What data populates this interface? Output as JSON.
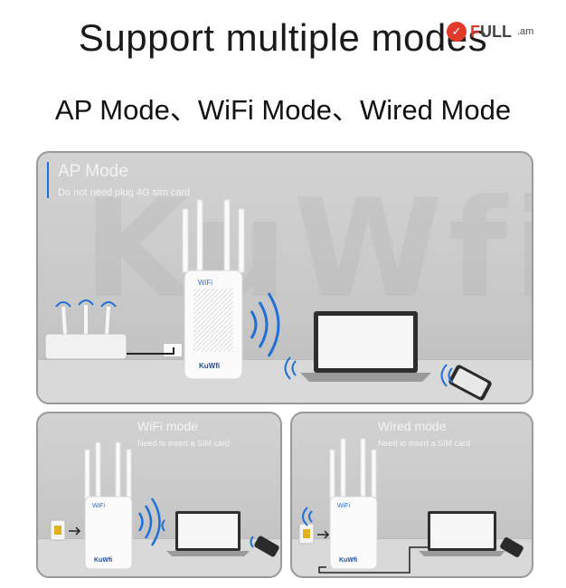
{
  "header": {
    "title": "Support multiple modes",
    "subtitle": "AP Mode、WiFi Mode、Wired Mode"
  },
  "site_logo": {
    "word_prefix": "F",
    "word_suffix": "ULL",
    "tld": ".am"
  },
  "panels": {
    "ap": {
      "title": "AP Mode",
      "description": "Do not need plug 4G sim card",
      "watermark": "KuWfi"
    },
    "wifi": {
      "title": "WiFi mode",
      "description": "Need to insert a SIM card"
    },
    "wired": {
      "title": "Wired mode",
      "description": "Need to insert a SIM card"
    }
  },
  "device": {
    "brand": "KuWfi",
    "badge": "WiFi"
  },
  "colors": {
    "signal": "#1f6fd6",
    "accent": "#e23a2a",
    "panel_border": "#9a9a9a"
  }
}
